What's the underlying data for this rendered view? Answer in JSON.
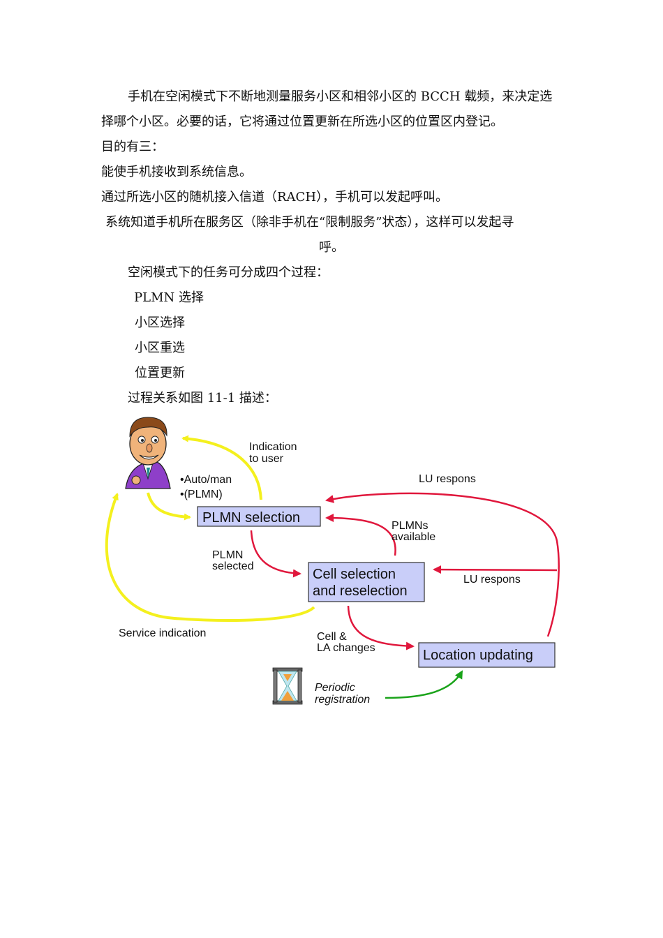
{
  "document": {
    "paragraph1_line1": "手机在空闲模式下不断地测量服务小区和相邻小区的 BCCH 载频，来决定选",
    "paragraph1_line2": "择哪个小区。必要的话，它将通过位置更新在所选小区的位置区内登记。",
    "purpose_heading": "目的有三：",
    "purpose_items": [
      "能使手机接收到系统信息。",
      "通过所选小区的随机接入信道（RACH），手机可以发起呼叫。",
      "系统知道手机所在服务区（除非手机在“限制服务”状态），这样可以发起寻",
      "呼。"
    ],
    "tasks_intro": "空闲模式下的任务可分成四个过程：",
    "tasks": [
      "PLMN 选择",
      "小区选择",
      "小区重选",
      "位置更新"
    ],
    "figure_caption": "过程关系如图 11-1 描述："
  },
  "diagram": {
    "boxes": {
      "plmn_selection": "PLMN selection",
      "cell_selection_line1": "Cell selection",
      "cell_selection_line2": "and reselection",
      "location_updating": "Location updating"
    },
    "labels": {
      "indication_line1": "Indication",
      "indication_line2": "to user",
      "auto_man": "•Auto/man",
      "plmn_paren": "•(PLMN)",
      "lu_respons_top": "LU respons",
      "plmns_line1": "PLMNs",
      "plmns_line2": "available",
      "plmn_selected_line1": "PLMN",
      "plmn_selected_line2": "selected",
      "lu_respons_mid": "LU respons",
      "service_indication": "Service indication",
      "cell_la_line1": "Cell &",
      "cell_la_line2": "LA changes",
      "periodic_line1": "Periodic",
      "periodic_line2": "registration"
    },
    "colors": {
      "box_fill": "#c9cef9",
      "yellow_arrow": "#f4f01e",
      "red_arrow": "#e0173c",
      "green_arrow": "#1aa31a"
    },
    "icons": [
      "user-cartoon-icon",
      "hourglass-icon"
    ]
  }
}
